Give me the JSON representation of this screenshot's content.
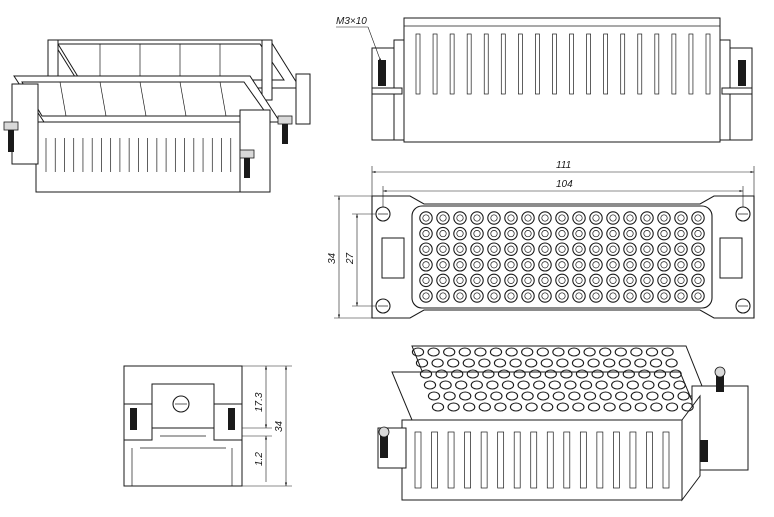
{
  "annotations": {
    "screw": "M3×10"
  },
  "dimensions": {
    "overall_length": "111",
    "mount_length": "104",
    "overall_height": "34",
    "mount_height": "27",
    "side_height": "34",
    "side_upper": "17.3",
    "side_lower": "1.2"
  },
  "views": {
    "front_pin_grid": {
      "rows": 6,
      "cols": 17
    },
    "iso_pin_grid": {
      "rows": 6,
      "cols": 17
    }
  }
}
